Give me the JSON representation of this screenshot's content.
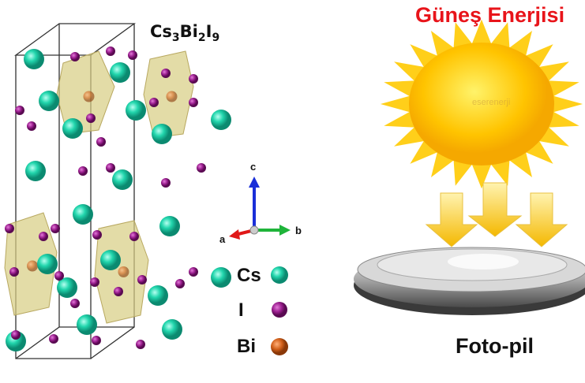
{
  "structure": {
    "formula_parts": [
      "Cs",
      "3",
      "Bi",
      "2",
      "I",
      "9"
    ],
    "axes": {
      "a": "a",
      "b": "b",
      "c": "c"
    },
    "legend": [
      {
        "label": "Cs",
        "color": "#1fd0a8"
      },
      {
        "label": "I",
        "color": "#9a1e8e"
      },
      {
        "label": "Bi",
        "color": "#d2601a"
      }
    ]
  },
  "solar": {
    "title": "Güneş Enerjisi",
    "title_color": "#e8141a",
    "watermark": "eserenerji",
    "device_label": "Foto-pil"
  }
}
